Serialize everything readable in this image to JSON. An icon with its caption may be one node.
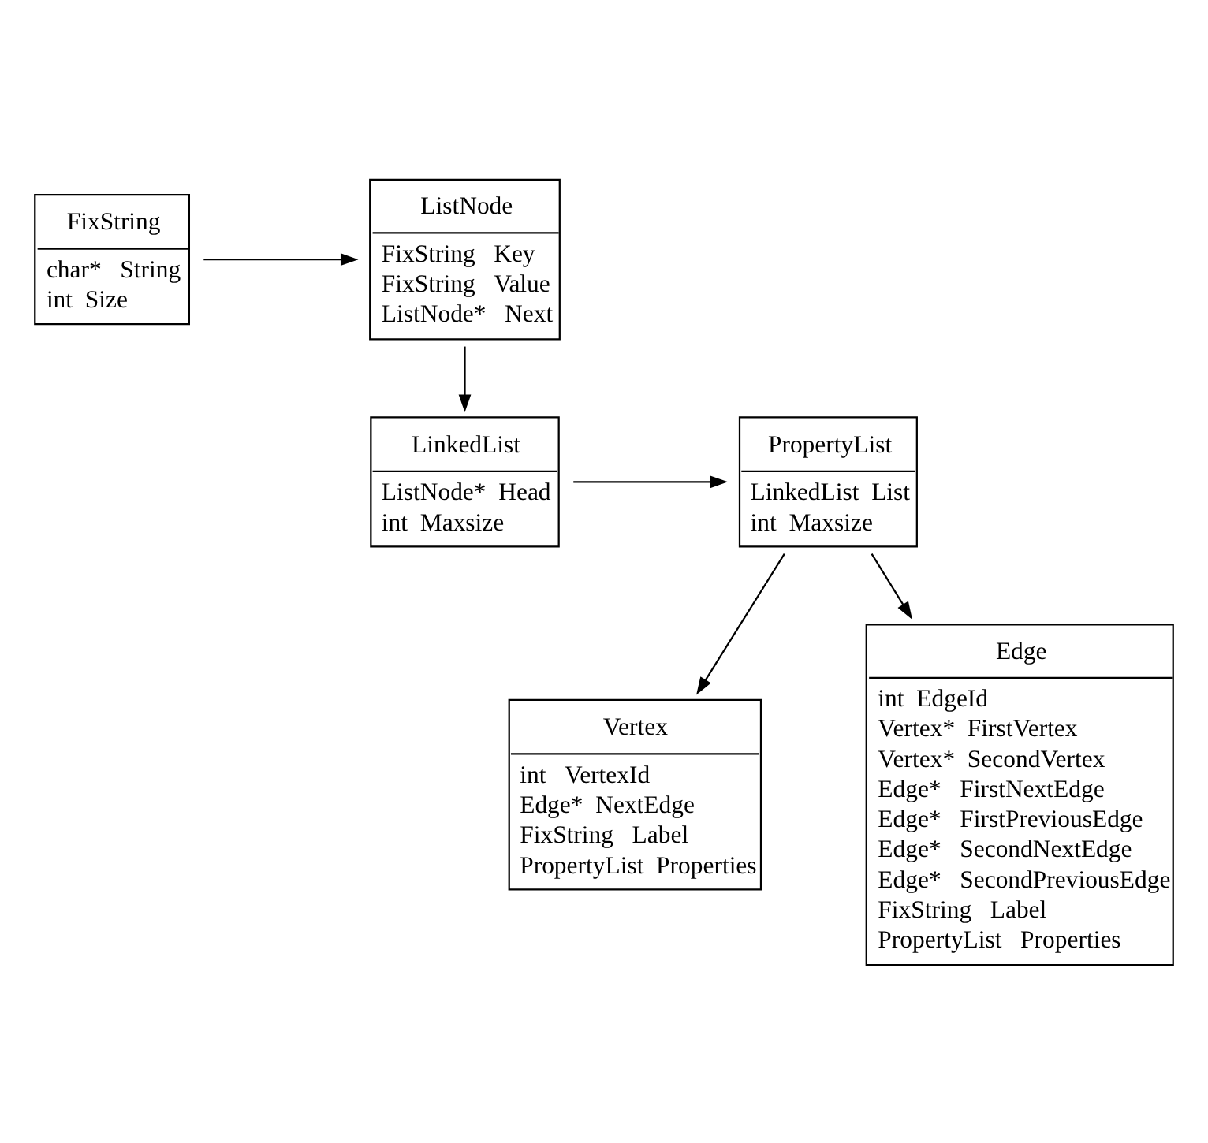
{
  "diagram": {
    "nodes": [
      {
        "text": [
          "FixString",
          "char*   String",
          "int  Size"
        ]
      },
      {
        "text": [
          "ListNode",
          "FixString   Key",
          "FixString   Value",
          "ListNode*   Next"
        ]
      },
      {
        "text": [
          "LinkedList",
          "ListNode*  Head",
          "int  Maxsize"
        ]
      },
      {
        "text": [
          "PropertyList",
          "LinkedList  List",
          "int  Maxsize"
        ]
      },
      {
        "text": [
          "Vertex",
          "int   VertexId",
          "Edge*  NextEdge",
          "FixString   Label",
          "PropertyList  Properties"
        ]
      },
      {
        "text": [
          "Edge",
          "int  EdgeId",
          "Vertex*  FirstVertex",
          "Vertex*  SecondVertex",
          "Edge*   FirstNextEdge",
          "Edge*   FirstPreviousEdge",
          "Edge*   SecondNextEdge",
          "Edge*   SecondPreviousEdge",
          "FixString   Label",
          "PropertyList   Properties"
        ]
      }
    ],
    "edges": [
      {
        "from": 0,
        "to": 1,
        "arrow": "to"
      },
      {
        "from": 1,
        "to": 2,
        "arrow": "to"
      },
      {
        "from": 2,
        "to": 3,
        "arrow": "to"
      },
      {
        "from": 3,
        "to": 4,
        "arrow": "to"
      },
      {
        "from": 3,
        "to": 5,
        "arrow": "to"
      }
    ]
  }
}
